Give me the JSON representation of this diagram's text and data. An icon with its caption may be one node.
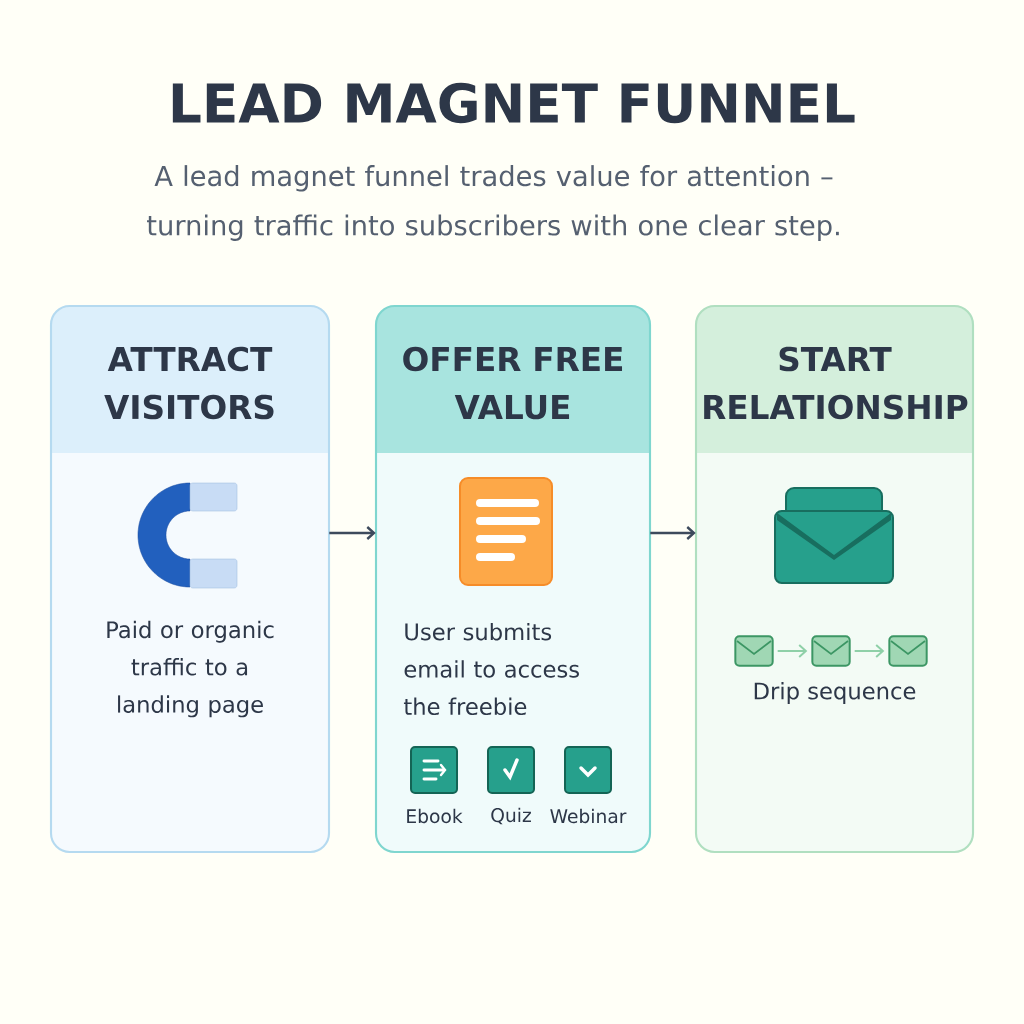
{
  "diagram": {
    "title": "LEAD MAGNET FUNNEL",
    "caption": "A lead magnet funnel trades value for attention – turning traffic into subscribers with one clear step.",
    "nodes": [
      {
        "text": [
          "ATTRACT VISITORS",
          "Paid or organic traffic to a landing page"
        ]
      },
      {
        "text": [
          "OFFER FREE VALUE",
          "User submits email to access the freebie"
        ]
      },
      {
        "text": [
          "START RELATIONSHIP",
          "Drip sequence"
        ]
      },
      {
        "text": [
          "Ebook"
        ],
        "in": 1
      },
      {
        "text": [
          "Quiz"
        ],
        "in": 1
      },
      {
        "text": [
          "Webinar"
        ],
        "in": 1
      },
      {
        "text": [],
        "shape": "envelope",
        "in": 2
      },
      {
        "text": [],
        "shape": "envelope",
        "in": 2
      },
      {
        "text": [],
        "shape": "envelope",
        "in": 2
      }
    ],
    "edges": [
      {
        "from": 0,
        "to": 1,
        "arrow": "to"
      },
      {
        "from": 1,
        "to": 2,
        "arrow": "to"
      },
      {
        "from": 6,
        "to": 7,
        "arrow": "to",
        "color": "#8fd0a8"
      },
      {
        "from": 7,
        "to": 8,
        "arrow": "to",
        "color": "#8fd0a8"
      }
    ]
  }
}
